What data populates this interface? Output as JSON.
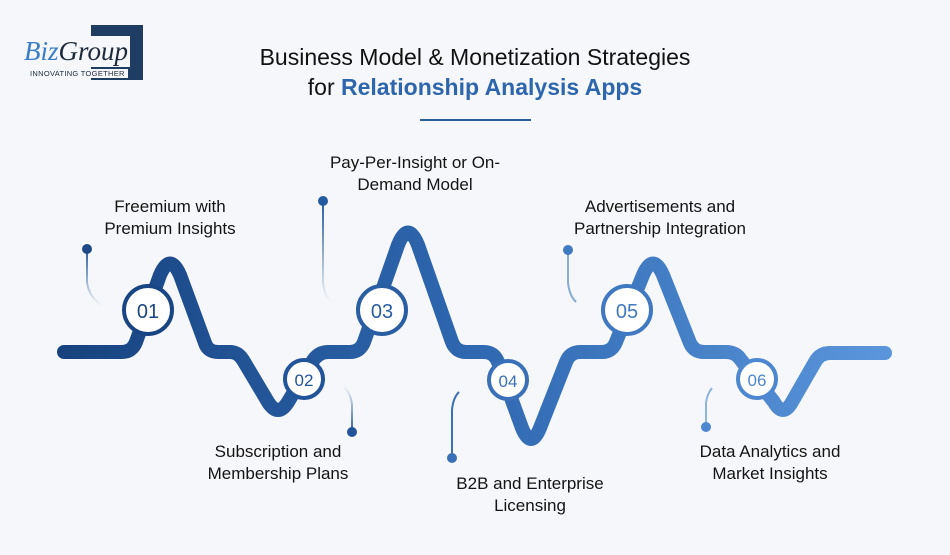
{
  "logo": {
    "brand_part1": "Biz",
    "brand_part2": "Group",
    "tagline": "INNOVATING TOGETHER"
  },
  "header": {
    "title_line1": "Business Model & Monetization Strategies",
    "title_line2_prefix": "for",
    "title_line2_accent": "Relationship Analysis Apps"
  },
  "colors": {
    "background": "#f5f7fa",
    "line_start": "#17427f",
    "line_end": "#5b96dc",
    "title_accent": "#2e66ad",
    "title_rule": "#2e5e96"
  },
  "steps": [
    {
      "number": "01",
      "label_line1": "Freemium with",
      "label_line2": "Premium Insights",
      "position": "top"
    },
    {
      "number": "02",
      "label_line1": "Subscription and",
      "label_line2": "Membership Plans",
      "position": "bottom"
    },
    {
      "number": "03",
      "label_line1": "Pay-Per-Insight or On-",
      "label_line2": "Demand Model",
      "position": "top"
    },
    {
      "number": "04",
      "label_line1": "B2B and Enterprise",
      "label_line2": "Licensing",
      "position": "bottom"
    },
    {
      "number": "05",
      "label_line1": "Advertisements and",
      "label_line2": "Partnership Integration",
      "position": "top"
    },
    {
      "number": "06",
      "label_line1": "Data Analytics and",
      "label_line2": "Market Insights",
      "position": "bottom"
    }
  ]
}
